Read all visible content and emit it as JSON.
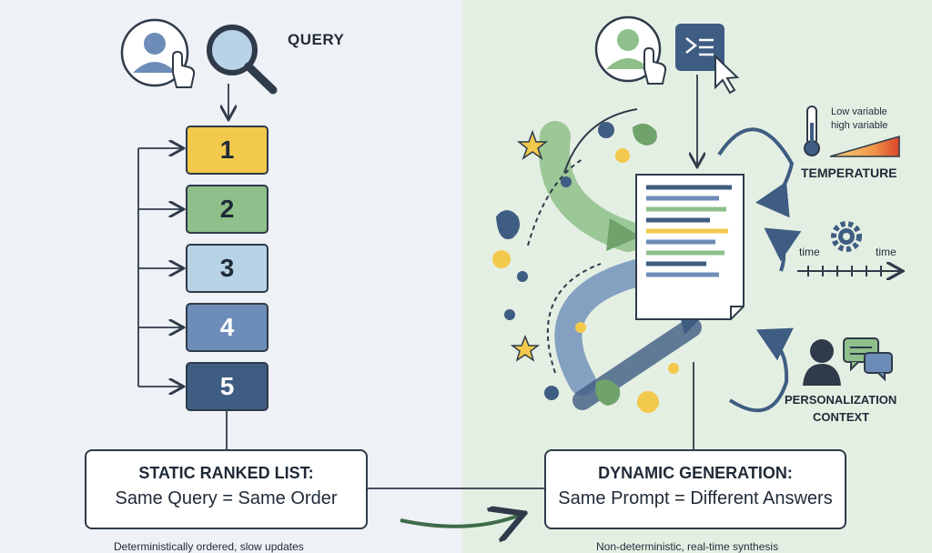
{
  "left": {
    "query_label": "QUERY",
    "ranks": [
      {
        "label": "1",
        "color": "#f2c94c",
        "text_color": "#1f2a37"
      },
      {
        "label": "2",
        "color": "#8fbf8a",
        "text_color": "#1f2a37"
      },
      {
        "label": "3",
        "color": "#b9d3e6",
        "text_color": "#1f2a37"
      },
      {
        "label": "4",
        "color": "#6d8db8",
        "text_color": "#ffffff"
      },
      {
        "label": "5",
        "color": "#3f5d82",
        "text_color": "#ffffff"
      }
    ],
    "box_title": "STATIC RANKED LIST:",
    "box_subtitle": "Same Query = Same Order",
    "caption": "Deterministically ordered, slow updates"
  },
  "right": {
    "temperature_low": "Low variable",
    "temperature_high": "high variable",
    "temperature_label": "TEMPERATURE",
    "time_left": "time",
    "time_right": "time",
    "personalization_line1": "PERSONALIZATION",
    "personalization_line2": "CONTEXT",
    "box_title": "DYNAMIC GENERATION:",
    "box_subtitle": "Same Prompt = Different Answers",
    "caption": "Non-deterministic, real-time synthesis"
  },
  "colors": {
    "left_bg": "#eef1f5",
    "right_bg": "#e4efe3",
    "ink": "#2f3b4a",
    "blue": "#5b7fae",
    "green": "#6fa36b",
    "yellow": "#f2c94c"
  }
}
